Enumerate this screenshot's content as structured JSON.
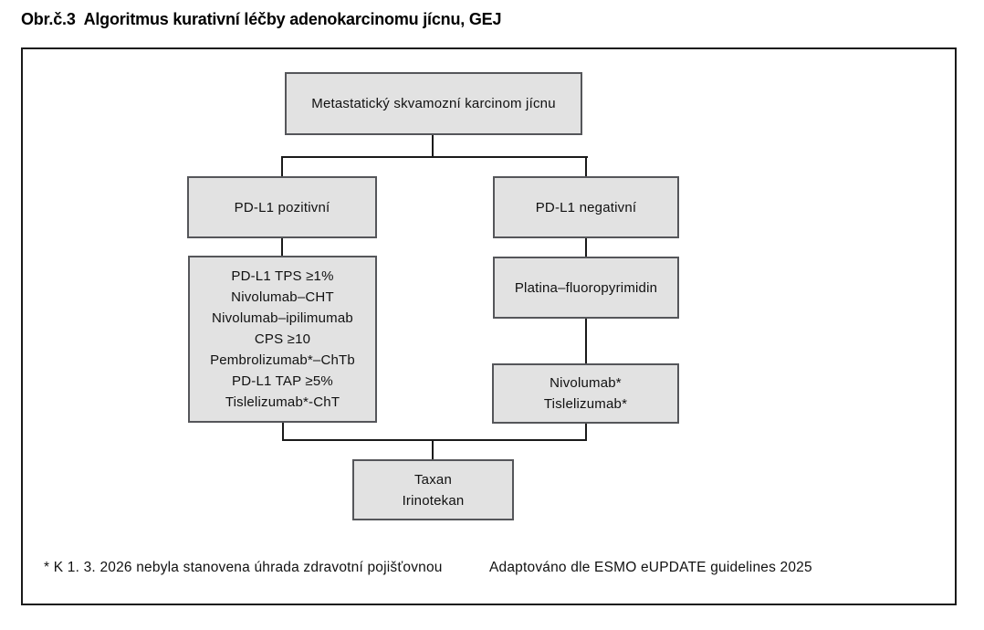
{
  "figure": {
    "title": "Obr.č.3  Algoritmus kurativní léčby adenokarcinomu jícnu, GEJ"
  },
  "flowchart": {
    "root_box": {
      "label": "Metastatický skvamozní karcinom jícnu"
    },
    "left_branch_box": {
      "label": "PD-L1 pozitivní"
    },
    "right_branch_box": {
      "label": "PD-L1 negativní"
    },
    "left_treatment_box": {
      "lines": [
        "PD-L1 TPS ≥1%",
        "Nivolumab–CHT",
        "Nivolumab–ipilimumab",
        "CPS ≥10",
        "Pembrolizumab*–ChTb",
        "PD-L1 TAP ≥5%",
        "Tislelizumab*-ChT"
      ]
    },
    "right_first_box": {
      "label": "Platina–fluoropyrimidin"
    },
    "right_second_box": {
      "lines": [
        "Nivolumab*",
        "Tislelizumab*"
      ]
    },
    "merge_box": {
      "lines": [
        "Taxan",
        "Irinotekan"
      ]
    }
  },
  "footer": {
    "footnote": "* K 1. 3. 2026 nebyla stanovena úhrada zdravotní pojišťovnou",
    "source": "Adaptováno dle ESMO eUPDATE guidelines 2025"
  },
  "colors": {
    "box_fill": "#e2e2e2",
    "box_border": "#55565a",
    "connector": "#1a1a1a",
    "frame_border": "#1a1a1a",
    "text": "#111111",
    "background": "#ffffff"
  }
}
